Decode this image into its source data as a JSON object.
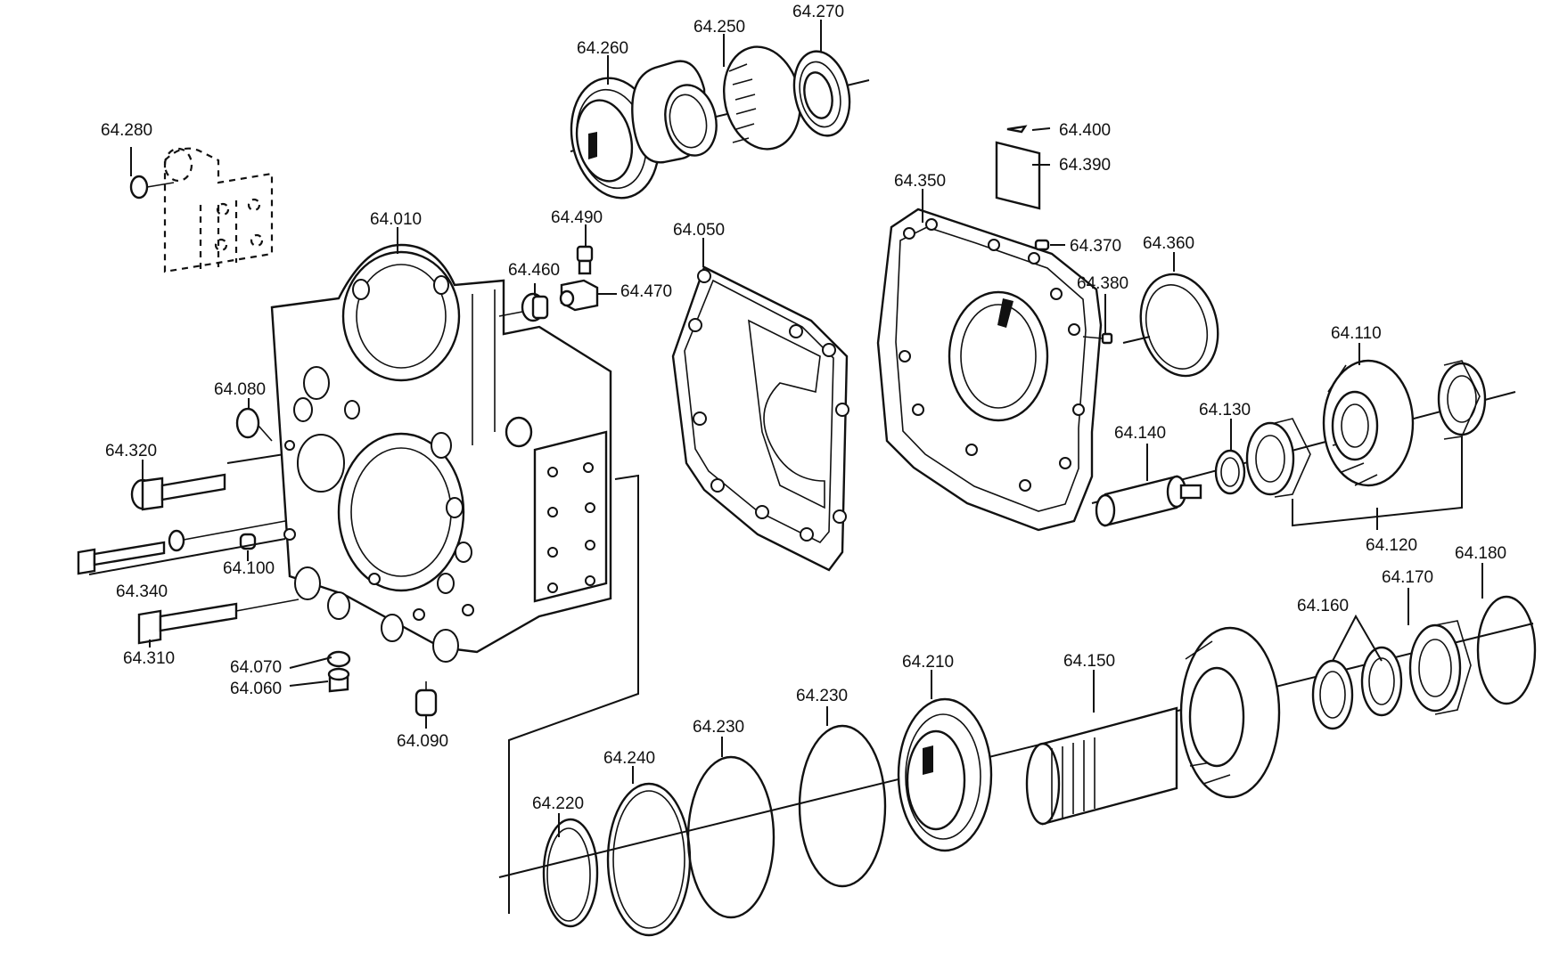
{
  "diagram": {
    "labels": [
      "64.260",
      "64.250",
      "64.270",
      "64.280",
      "64.010",
      "64.490",
      "64.460",
      "64.470",
      "64.050",
      "64.400",
      "64.390",
      "64.350",
      "64.370",
      "64.360",
      "64.380",
      "64.080",
      "64.320",
      "64.340",
      "64.100",
      "64.310",
      "64.070",
      "64.060",
      "64.090",
      "64.110",
      "64.130",
      "64.140",
      "64.120",
      "64.180",
      "64.170",
      "64.160",
      "64.150",
      "64.210",
      "64.230",
      "64.230",
      "64.240",
      "64.220"
    ]
  }
}
